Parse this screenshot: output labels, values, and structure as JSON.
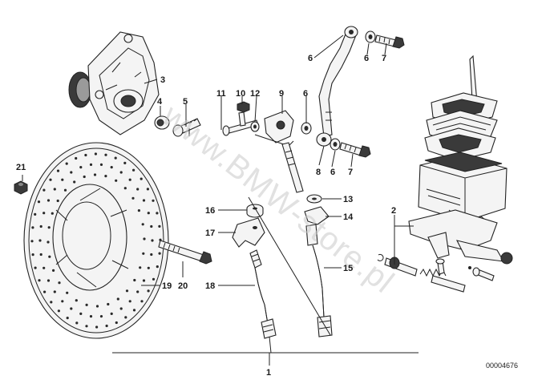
{
  "diagram": {
    "watermark": "www.BMW-store.pl",
    "reference_code": "00004676",
    "labels": {
      "p1": "1",
      "p2": "2",
      "p3": "3",
      "p4": "4",
      "p5": "5",
      "p6a": "6",
      "p6b": "6",
      "p6c": "6",
      "p6d": "6",
      "p7a": "7",
      "p7b": "7",
      "p8": "8",
      "p9": "9",
      "p10": "10",
      "p11": "11",
      "p12": "12",
      "p13": "13",
      "p14": "14",
      "p15": "15",
      "p16": "16",
      "p17": "17",
      "p18": "18",
      "p19": "19",
      "p20": "20",
      "p21": "21"
    }
  }
}
